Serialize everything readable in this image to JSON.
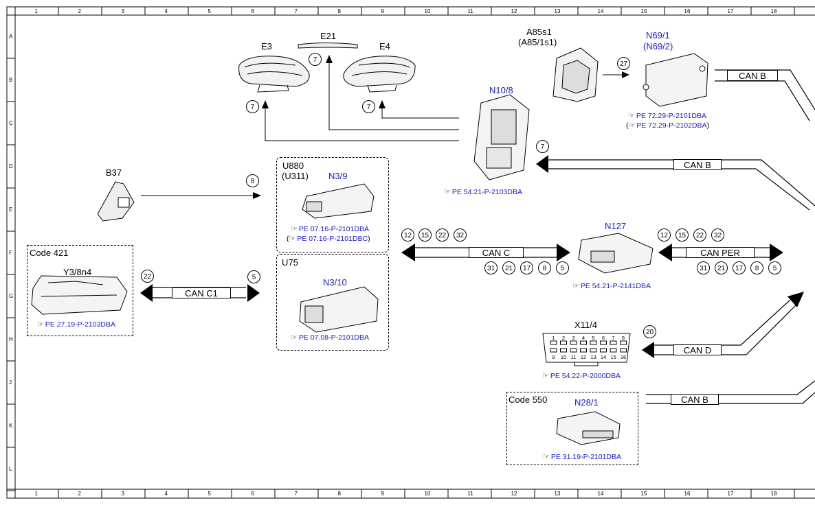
{
  "grid": {
    "columns": [
      "1",
      "2",
      "3",
      "4",
      "5",
      "6",
      "7",
      "8",
      "9",
      "10",
      "11",
      "12",
      "13",
      "14",
      "15",
      "16",
      "17",
      "18"
    ],
    "rows": [
      "A",
      "B",
      "C",
      "D",
      "E",
      "F",
      "G",
      "H",
      "J",
      "K",
      "L"
    ]
  },
  "components": {
    "e3": {
      "code": "E3"
    },
    "e21": {
      "code": "E21"
    },
    "e4": {
      "code": "E4"
    },
    "a85s1": {
      "code": "A85s1",
      "alt": "(A85/1s1)"
    },
    "n69": {
      "code": "N69/1",
      "alt": "(N69/2)",
      "ref1": "PE 72.29-P-2101DBA",
      "ref2": "PE 72.29-P-2102DBA"
    },
    "n10": {
      "code": "N10/8",
      "ref": "PE 54.21-P-2103DBA"
    },
    "b37": {
      "code": "B37"
    },
    "u880": {
      "code": "U880",
      "alt": "(U311)"
    },
    "n39": {
      "code": "N3/9",
      "ref1": "PE 07.16-P-2101DBA",
      "ref2": "PE 07.16-P-2101DBC"
    },
    "u75": {
      "code": "U75"
    },
    "n310": {
      "code": "N3/10",
      "ref": "PE 07.08-P-2101DBA"
    },
    "code421": {
      "code": "Code 421"
    },
    "y3": {
      "code": "Y3/8n4",
      "ref": "PE 27.19-P-2103DBA"
    },
    "n127": {
      "code": "N127",
      "ref": "PE 54.21-P-2141DBA"
    },
    "x11": {
      "code": "X11/4",
      "ref": "PE 54.22-P-2000DBA",
      "pins_top": [
        "1",
        "2",
        "3",
        "4",
        "5",
        "6",
        "7",
        "8"
      ],
      "pins_bottom": [
        "9",
        "10",
        "11",
        "12",
        "13",
        "14",
        "15",
        "16"
      ]
    },
    "code550": {
      "code": "Code 550"
    },
    "n28": {
      "code": "N28/1",
      "ref": "PE 31.19-P-2101DBA"
    }
  },
  "buses": {
    "can_b_top": "CAN B",
    "can_b_mid": "CAN B",
    "can_b_bottom": "CAN B",
    "can_c": "CAN C",
    "can_c1": "CAN C1",
    "can_per": "CAN PER",
    "can_d": "CAN D"
  },
  "circles": {
    "e3": "7",
    "e21": "7",
    "e4": "7",
    "a85": "27",
    "n10": "7",
    "b37": "8",
    "c1_left": "22",
    "c1_right": "5",
    "canc_top": [
      "12",
      "15",
      "22",
      "32"
    ],
    "canc_bottom": [
      "31",
      "21",
      "17",
      "8",
      "5"
    ],
    "canper_top": [
      "12",
      "15",
      "22",
      "32"
    ],
    "canper_bottom": [
      "31",
      "21",
      "17",
      "8",
      "5"
    ],
    "cand": "20"
  },
  "ref_glyph": "☞"
}
